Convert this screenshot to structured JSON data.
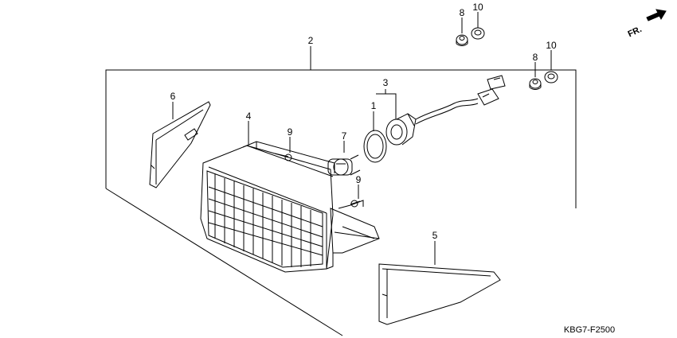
{
  "diagram": {
    "part_labels": {
      "p1": "1",
      "p2": "2",
      "p3": "3",
      "p4": "4",
      "p5": "5",
      "p6": "6",
      "p7": "7",
      "p8a": "8",
      "p8b": "8",
      "p9a": "9",
      "p9b": "9",
      "p10a": "10",
      "p10b": "10"
    },
    "direction_label": "FR.",
    "diagram_code": "KBG7-F2500"
  }
}
